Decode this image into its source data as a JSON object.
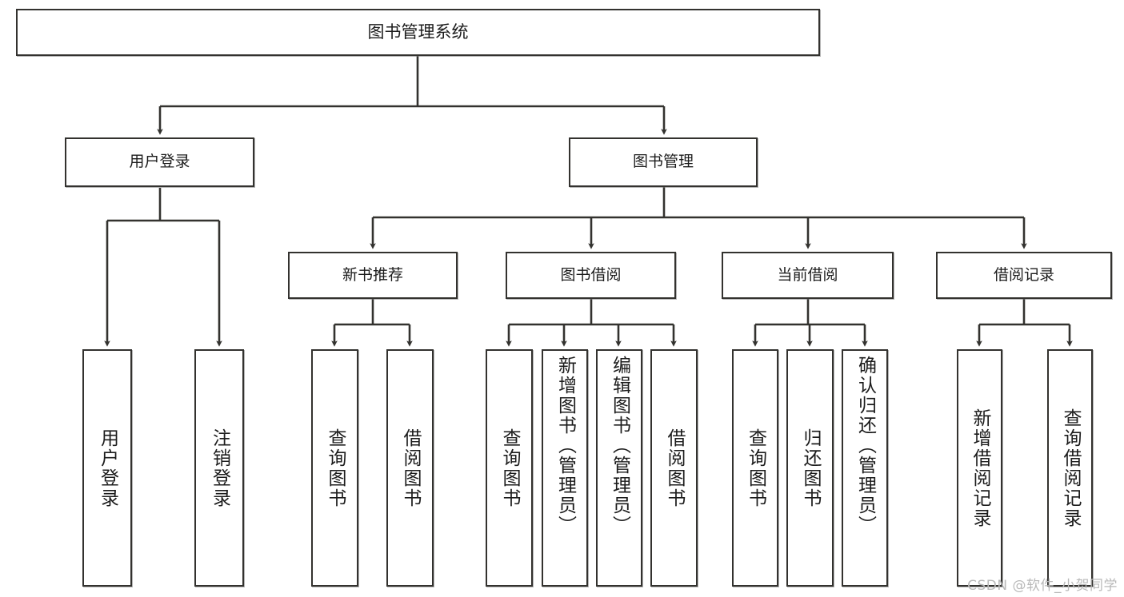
{
  "diagram": {
    "title": "图书管理系统",
    "type": "function-structure-tree",
    "root": {
      "label": "图书管理系统"
    },
    "level1": [
      {
        "id": "user-login",
        "label": "用户登录"
      },
      {
        "id": "book-management",
        "label": "图书管理"
      }
    ],
    "level2": [
      {
        "id": "new-book-recommend",
        "label": "新书推荐",
        "parent": "book-management"
      },
      {
        "id": "book-borrow",
        "label": "图书借阅",
        "parent": "book-management"
      },
      {
        "id": "current-borrow",
        "label": "当前借阅",
        "parent": "book-management"
      },
      {
        "id": "borrow-record",
        "label": "借阅记录",
        "parent": "book-management"
      }
    ],
    "leaves": {
      "user_login": [
        {
          "id": "leaf-user-login",
          "label": "用户登录"
        },
        {
          "id": "leaf-logout-login",
          "label": "注销登录"
        }
      ],
      "new_book_recommend": [
        {
          "id": "leaf-query-book-1",
          "label": "查询图书"
        },
        {
          "id": "leaf-borrow-book-1",
          "label": "借阅图书"
        }
      ],
      "book_borrow": [
        {
          "id": "leaf-query-book-2",
          "label": "查询图书"
        },
        {
          "id": "leaf-add-book",
          "label": "新增图书（管理员）"
        },
        {
          "id": "leaf-edit-book",
          "label": "编辑图书（管理员）"
        },
        {
          "id": "leaf-borrow-book-2",
          "label": "借阅图书"
        }
      ],
      "current_borrow": [
        {
          "id": "leaf-query-book-3",
          "label": "查询图书"
        },
        {
          "id": "leaf-return-book",
          "label": "归还图书"
        },
        {
          "id": "leaf-confirm-return",
          "label": "确认归还（管理员）"
        }
      ],
      "borrow_record": [
        {
          "id": "leaf-add-record",
          "label": "新增借阅记录"
        },
        {
          "id": "leaf-query-record",
          "label": "查询借阅记录"
        }
      ]
    },
    "watermark": "CSDN @软件_小贺同学",
    "colors": {
      "box_border": "#33322f",
      "box_fill": "#ffffff",
      "connector": "#33322f",
      "text": "#1c1c1c",
      "watermark": "#b9b9b9",
      "background": "#ffffff"
    }
  }
}
